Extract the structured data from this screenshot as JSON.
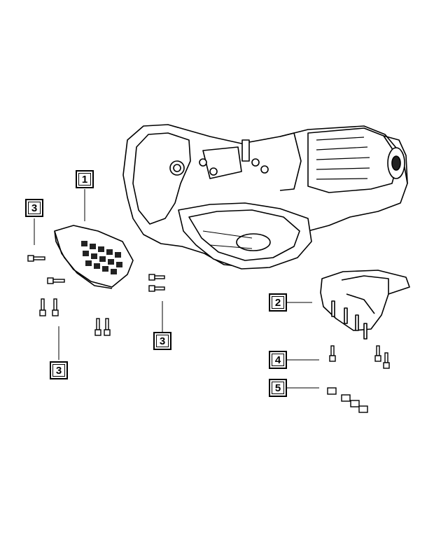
{
  "diagram": {
    "callouts": {
      "c1": "1",
      "c2": "2",
      "c3a": "3",
      "c3b": "3",
      "c3c": "3",
      "c4": "4",
      "c5": "5"
    },
    "parts": [
      "transmission-assembly",
      "transmission-skid-plate",
      "transmission-mount",
      "bolts",
      "mount-bolts",
      "nuts"
    ]
  }
}
